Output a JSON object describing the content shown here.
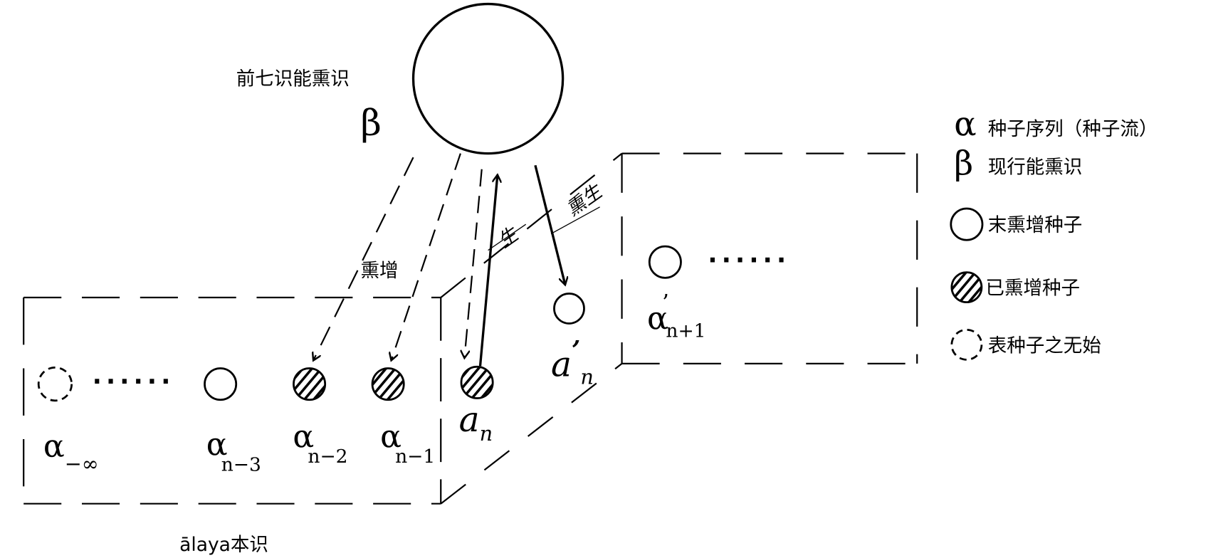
{
  "top": {
    "label": "前七识能熏识",
    "symbol": "β"
  },
  "arrow_labels": {
    "xunzeng": "熏增",
    "sheng": "生",
    "xunsheng": "熏生"
  },
  "seeds": {
    "a_inf": {
      "base": "α",
      "sub": "−∞"
    },
    "a_n3": {
      "base": "α",
      "sub": "n−3"
    },
    "a_n2": {
      "base": "α",
      "sub": "n−2"
    },
    "a_n1": {
      "base": "α",
      "sub": "n−1"
    },
    "a_n": {
      "base": "a",
      "sub": "n"
    },
    "a_pn": {
      "base": "a",
      "prime": "’",
      "sub": "n"
    },
    "a_pn1": {
      "base": "α",
      "prime": "’",
      "sub": "n+1"
    }
  },
  "ellipsis": "······",
  "bottom_label": "ālaya本识",
  "legend": [
    {
      "symbol": "α",
      "label": "种子序列（种子流）"
    },
    {
      "symbol": "β",
      "label": "现行能熏识"
    },
    {
      "icon": "open-circle",
      "label": "末熏增种子"
    },
    {
      "icon": "hatched-circle",
      "label": "已熏增种子"
    },
    {
      "icon": "dashed-circle",
      "label": "表种子之无始"
    }
  ]
}
